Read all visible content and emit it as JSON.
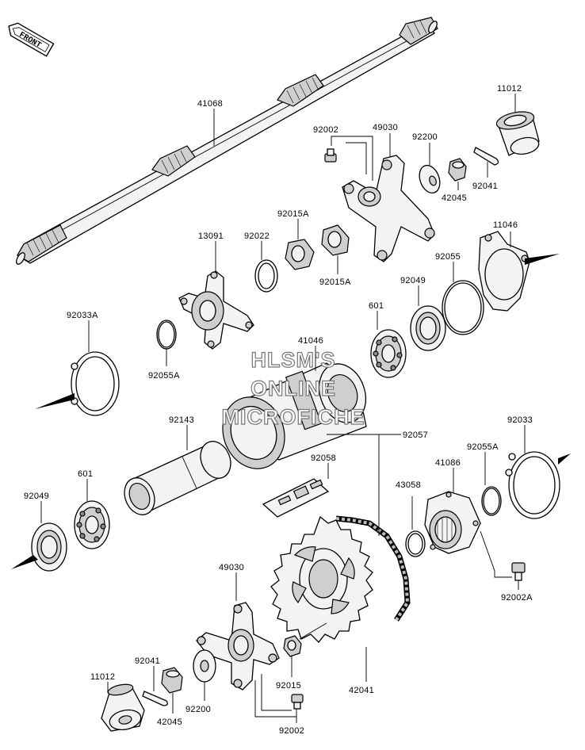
{
  "front_badge": "FRONT",
  "watermark": [
    "HLSM'S",
    "ONLINE",
    "MICROFICHE"
  ],
  "labels": {
    "p41068": "41068",
    "p11012_top": "11012",
    "p92002_top": "92002",
    "p49030_top": "49030",
    "p92200_top": "92200",
    "p42045_top": "42045",
    "p92041_top": "92041",
    "p13091": "13091",
    "p92022": "92022",
    "p92015A_top": "92015A",
    "p92015A_bot": "92015A",
    "p11046": "11046",
    "p92055": "92055",
    "p92049_top": "92049",
    "p601_top": "601",
    "p92033A": "92033A",
    "p92055A_left": "92055A",
    "p41046": "41046",
    "p92143": "92143",
    "p92057": "92057",
    "p92058": "92058",
    "p92033": "92033",
    "p92055A_right": "92055A",
    "p41086": "41086",
    "p43058": "43058",
    "p601_bot": "601",
    "p92049_bot": "92049",
    "p92002A": "92002A",
    "p49030_bot": "49030",
    "p92041_bot": "92041",
    "p11012_bot": "11012",
    "p92015": "92015",
    "p42045_bot": "42045",
    "p92200_bot": "92200",
    "p92002_bot": "92002",
    "p42041": "42041"
  }
}
